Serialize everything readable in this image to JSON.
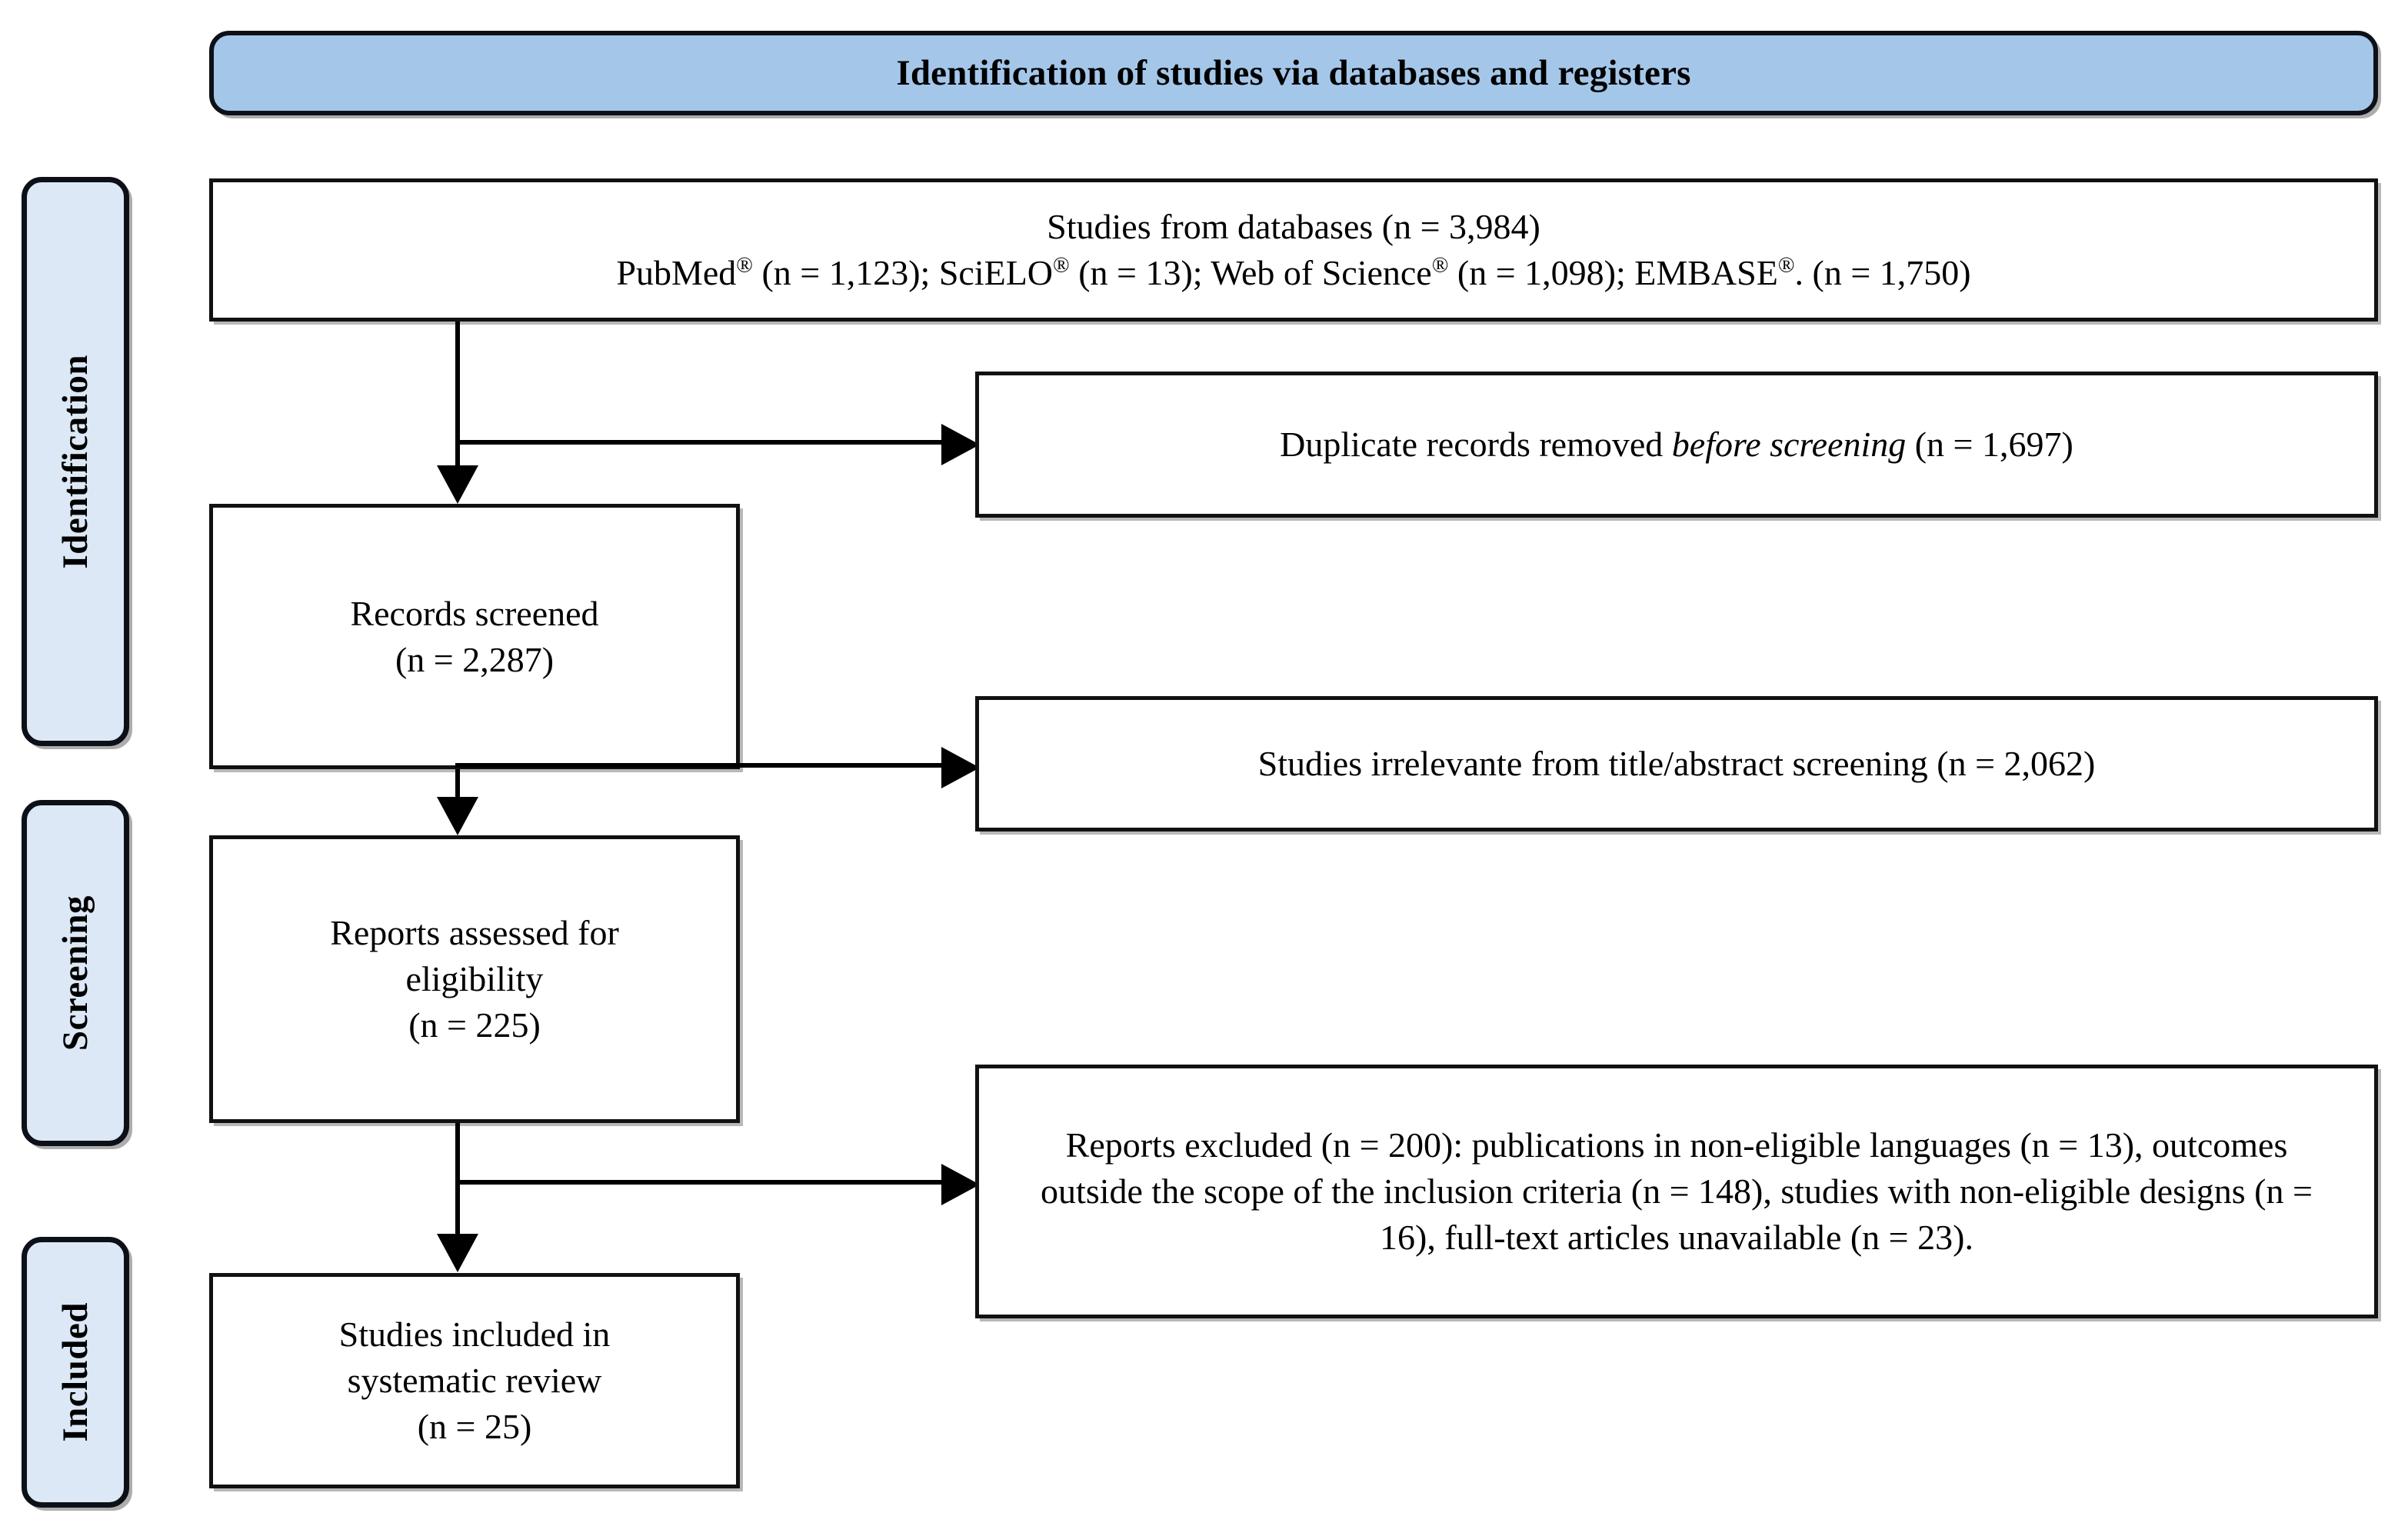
{
  "banner": {
    "title": "Identification of studies via databases and registers",
    "fill_color": "#a4c7e9",
    "border_color": "#0d1117"
  },
  "stages": [
    {
      "label": "Identification",
      "fill_color": "#dce8f5"
    },
    {
      "label": "Screening",
      "fill_color": "#dce8f5"
    },
    {
      "label": "Included",
      "fill_color": "#dce8f5"
    }
  ],
  "flow": {
    "identification": {
      "databases_line1": "Studies from databases (n = 3,984)",
      "databases_line2_parts": {
        "pubmed_name": "PubMed",
        "pubmed_n": " (n = 1,123); ",
        "scielo_name": "SciELO",
        "scielo_n": " (n = 13); ",
        "wos_name": "Web of Science",
        "wos_n": " (n = 1,098); ",
        "embase_name": "EMBASE",
        "embase_n": ". (n = 1,750)",
        "registered_mark": "®"
      },
      "duplicates_prefix": "Duplicate records removed ",
      "duplicates_italic": "before screening",
      "duplicates_suffix": " (n = 1,697)"
    },
    "screening": {
      "records_screened_line1": "Records screened",
      "records_screened_line2": "(n = 2,287)",
      "irrelevant_studies": "Studies irrelevante from title/abstract screening (n = 2,062)",
      "reports_assessed_line1": "Reports assessed for",
      "reports_assessed_line2": "eligibility",
      "reports_assessed_line3": "(n = 225)",
      "reports_excluded": "Reports excluded (n = 200): publications in non-eligible languages (n = 13), outcomes outside the scope of the inclusion criteria (n = 148), studies with non-eligible designs (n = 16), full-text articles unavailable (n = 23)."
    },
    "included": {
      "included_line1": "Studies included in",
      "included_line2": "systematic review",
      "included_line3": "(n = 25)"
    }
  },
  "counts": {
    "studies_from_databases": 3984,
    "pubmed": 1123,
    "scielo": 13,
    "web_of_science": 1098,
    "embase": 1750,
    "duplicates_removed": 1697,
    "records_screened": 2287,
    "irrelevant_title_abstract": 2062,
    "reports_assessed": 225,
    "reports_excluded_total": 200,
    "excluded_non_eligible_language": 13,
    "excluded_outcomes_out_of_scope": 148,
    "excluded_non_eligible_design": 16,
    "excluded_fulltext_unavailable": 23,
    "studies_included": 25
  }
}
